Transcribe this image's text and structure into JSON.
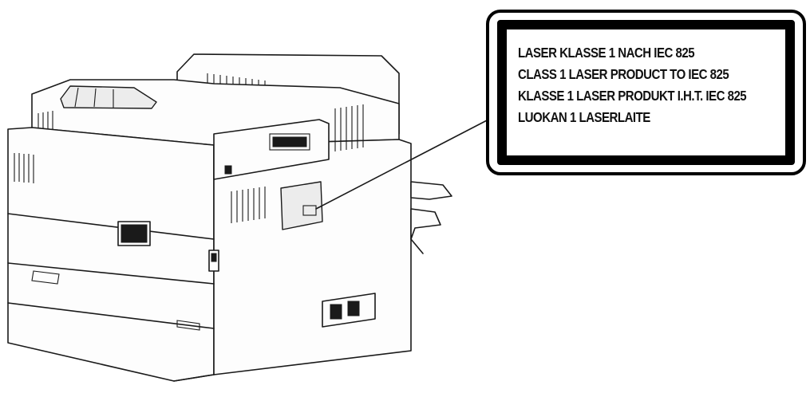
{
  "laser_label": {
    "lines": [
      "LASER KLASSE 1 NACH IEC 825",
      "CLASS 1 LASER PRODUCT TO IEC 825",
      "KLASSE 1 LASER PRODUKT I.H.T. IEC 825",
      "LUOKAN 1 LASERLAITE"
    ]
  },
  "colors": {
    "ink": "#1a1a1a",
    "paper": "#ffffff"
  }
}
